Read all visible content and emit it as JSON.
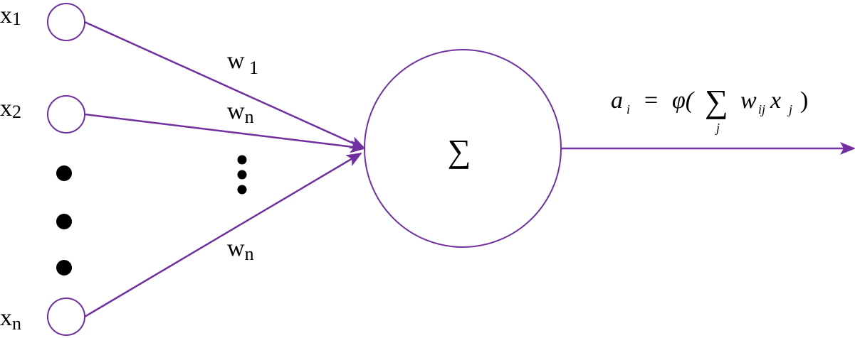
{
  "colors": {
    "stroke": "#7030A0",
    "text": "#000000"
  },
  "inputs": [
    {
      "base": "x",
      "sub": "1"
    },
    {
      "base": "x",
      "sub": "2"
    },
    {
      "base": "x",
      "sub": "n"
    }
  ],
  "weights": [
    {
      "base": "w",
      "sub": "1"
    },
    {
      "base": "w",
      "sub": "n"
    },
    {
      "base": "w",
      "sub": "n"
    }
  ],
  "neuron": {
    "symbol": "∑"
  },
  "formula": {
    "lhs": "a",
    "lhs_sub": "i",
    "eq": "=",
    "phi": "φ(",
    "sum": "∑",
    "sum_index": "j",
    "w": "w",
    "w_sub": "ij",
    "x": "x",
    "x_sub": "j",
    "close": ")"
  }
}
